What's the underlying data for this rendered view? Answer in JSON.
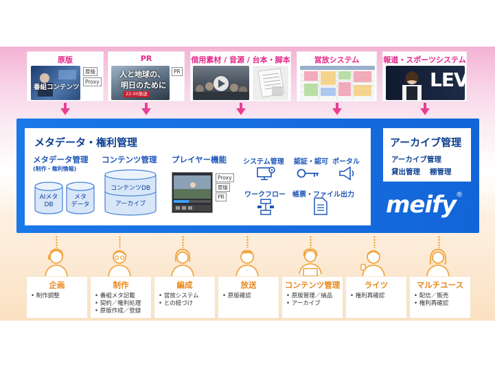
{
  "sources": [
    {
      "title": "原版",
      "thumb_text": "番組コンテンツ",
      "tags": [
        "原版",
        "Proxy"
      ]
    },
    {
      "title": "PR",
      "thumb_text_1": "人と地球の、",
      "thumb_text_2": "明日のために",
      "thumb_badge": "22:00放送",
      "tags": [
        "PR"
      ]
    },
    {
      "title": "借用素材 / 音源 / 台本・脚本"
    },
    {
      "title": "営放システム"
    },
    {
      "title": "報道・スポーツシステム",
      "thumb_text": "LEV"
    }
  ],
  "platform": {
    "title": "メタデータ・権利管理",
    "metadata": {
      "title": "メタデータ管理",
      "subtitle": "(制作・権利情報)",
      "db1": [
        "AIメタ",
        "DB"
      ],
      "db2": [
        "メタ",
        "データ"
      ]
    },
    "contents": {
      "title": "コンテンツ管理",
      "db_top": "コンテンツDB",
      "db_bottom": "アーカイブ"
    },
    "player": {
      "title": "プレイヤー機能",
      "tags": [
        "Proxy",
        "原版",
        "PR"
      ]
    },
    "tools": {
      "system": "システム管理",
      "auth": "認証・認可",
      "portal": "ポータル",
      "workflow": "ワークフロー",
      "forms": "帳票・ファイル出力"
    },
    "archive": {
      "title": "アーカイブ管理",
      "item1": "アーカイブ管理",
      "item2": "貸出管理",
      "item3": "棚管理"
    },
    "brand": "meify",
    "brand_mark": "®"
  },
  "roles": [
    {
      "title": "企画",
      "items": [
        "制作調整"
      ]
    },
    {
      "title": "制作",
      "items": [
        "番組メタ記載",
        "契約／権利処理",
        "原版作成／登録"
      ]
    },
    {
      "title": "編成",
      "items": [
        "営放システム",
        "との紐づけ"
      ]
    },
    {
      "title": "放送",
      "items": [
        "原版確認"
      ]
    },
    {
      "title": "コンテンツ管理",
      "items": [
        "原版管理／納品",
        "アーカイブ"
      ]
    },
    {
      "title": "ライツ",
      "items": [
        "権利再確認"
      ]
    },
    {
      "title": "マルチユース",
      "items": [
        "配信／販売",
        "権利再確認"
      ]
    }
  ],
  "colors": {
    "accent_pink": "#e2268a",
    "arrow_pink": "#e93f93",
    "platform_blue": "#1a78e8",
    "dark_blue": "#0d3f91",
    "role_orange": "#e8871a"
  }
}
